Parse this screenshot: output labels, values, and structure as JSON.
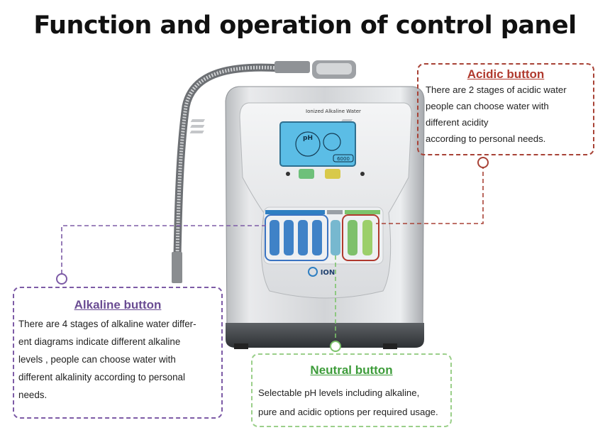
{
  "title": "Function and operation of control panel",
  "acidic": {
    "heading": "Acidic button",
    "lines": [
      "There are 2 stages of acidic water",
      "people can choose water with",
      "different acidity",
      "according to personal needs."
    ]
  },
  "alkaline": {
    "heading": "Alkaline button",
    "lines": [
      "There are 4 stages of alkaline water differ-",
      "ent diagrams indicate different alkaline",
      "levels , people can choose water with",
      "different alkalinity according to personal",
      "needs."
    ]
  },
  "neutral": {
    "heading": "Neutral button",
    "lines": [
      "Selectable pH levels including alkaline,",
      "pure and acidic options per required usage."
    ]
  },
  "device": {
    "brand_label": "Ionized Alkaline Water",
    "ph_label": "pH",
    "lcd_reading": "6000",
    "logo_text": "ION"
  },
  "colors": {
    "acidic": "#b03a2e",
    "alkaline": "#6a4c93",
    "neutral": "#3d9c3a",
    "lcd": "#5bbde6"
  }
}
